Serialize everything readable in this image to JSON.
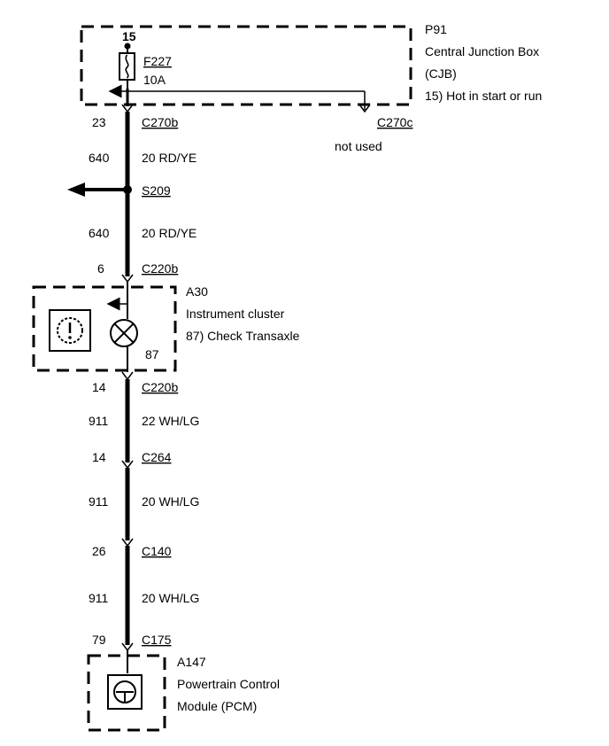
{
  "cjb": {
    "id": "P91",
    "name_line1": "Central Junction Box",
    "name_line2": "(CJB)",
    "circuit_note": "15)  Hot in start or run",
    "pin_top": "15",
    "fuse_id": "F227",
    "fuse_rating": "10A"
  },
  "c270": {
    "pin": "23",
    "connector": "C270b",
    "alt_connector": "C270c",
    "alt_note": "not used"
  },
  "wire1": {
    "circuit": "640",
    "spec": "20 RD/YE"
  },
  "splice": {
    "id": "S209"
  },
  "wire2": {
    "circuit": "640",
    "spec": "20 RD/YE"
  },
  "c220_in": {
    "pin": "6",
    "connector": "C220b"
  },
  "cluster": {
    "id": "A30",
    "name": "Instrument cluster",
    "circuit_note": "87)  Check Transaxle",
    "pin_label": "87",
    "indicator_icon": "transaxle-warning-icon",
    "lamp_icon": "lamp-icon"
  },
  "c220_out": {
    "pin": "14",
    "connector": "C220b"
  },
  "wire3": {
    "circuit": "911",
    "spec": "22 WH/LG"
  },
  "c264": {
    "pin": "14",
    "connector": "C264"
  },
  "wire4": {
    "circuit": "911",
    "spec": "20 WH/LG"
  },
  "c140": {
    "pin": "26",
    "connector": "C140"
  },
  "wire5": {
    "circuit": "911",
    "spec": "20 WH/LG"
  },
  "c175": {
    "pin": "79",
    "connector": "C175"
  },
  "pcm": {
    "id": "A147",
    "name_line1": "Powertrain Control",
    "name_line2": "Module (PCM)",
    "icon": "steering-wheel-icon"
  }
}
